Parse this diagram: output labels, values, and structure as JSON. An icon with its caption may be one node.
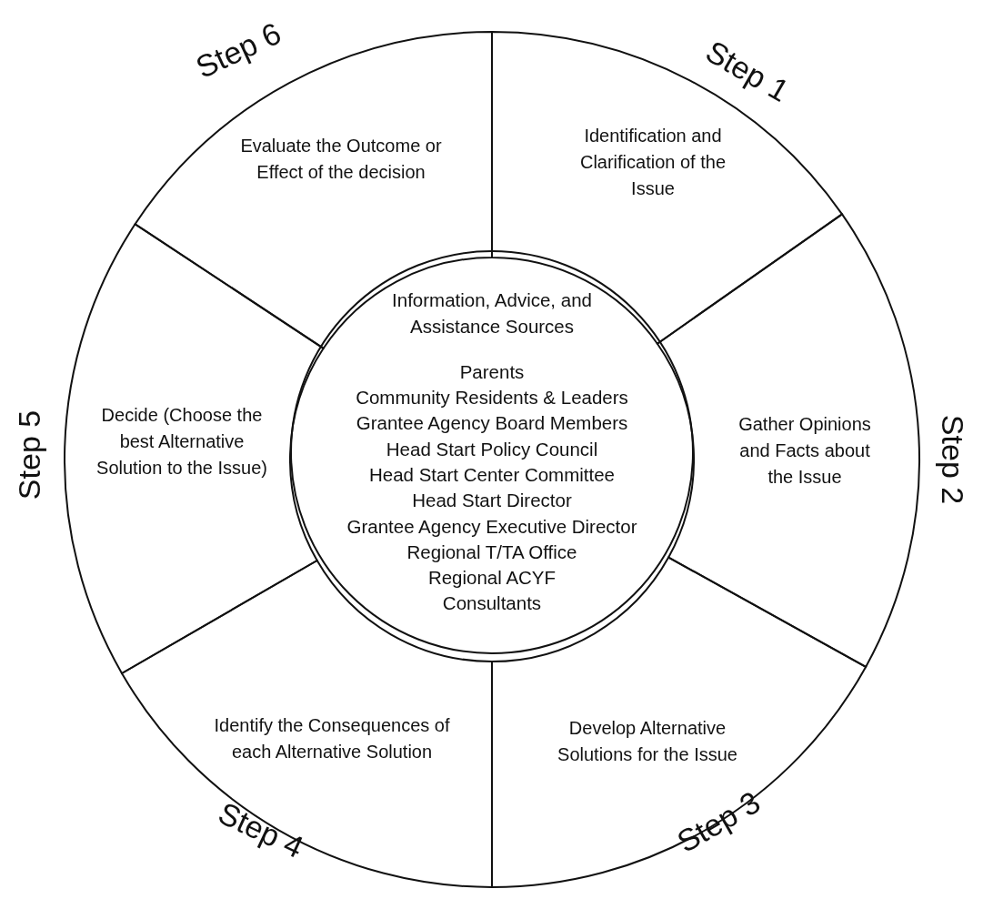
{
  "diagram": {
    "nodes": [
      {
        "text": [
          "Information, Advice, and Assistance Sources",
          "Parents",
          "Community Residents & Leaders",
          "Grantee Agency Board Members",
          "Head Start Policy Council",
          "Head Start Center Committee",
          "Head Start Director",
          "Grantee Agency Executive Director",
          "Regional T/TA Office",
          "Regional ACYF Consultants"
        ]
      },
      {
        "text": [
          "Step 1",
          "Identification and Clarification of the Issue"
        ]
      },
      {
        "text": [
          "Step 2",
          "Gather Opinions and Facts about the Issue"
        ]
      },
      {
        "text": [
          "Step 3",
          "Develop Alternative Solutions for the Issue"
        ]
      },
      {
        "text": [
          "Step 4",
          "Identify the Consequences of each Alternative Solution"
        ]
      },
      {
        "text": [
          "Step 5",
          "Decide (Choose the best Alternative Solution to the Issue)"
        ]
      },
      {
        "text": [
          "Step 6",
          "Evaluate the Outcome or Effect of the decision"
        ]
      }
    ]
  }
}
